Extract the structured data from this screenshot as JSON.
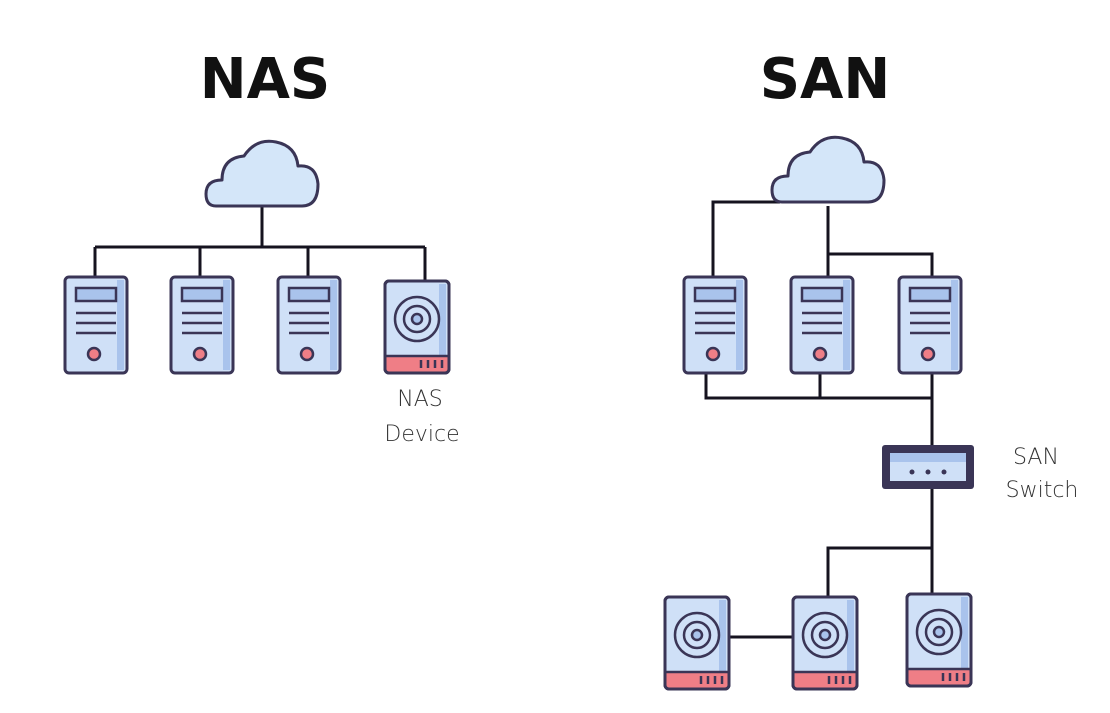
{
  "nas": {
    "title": "NAS",
    "device_label": [
      "NAS",
      "Device"
    ],
    "servers": 3,
    "devices": 1
  },
  "san": {
    "title": "SAN",
    "switch_label": [
      "SAN",
      "Switch"
    ],
    "servers": 3,
    "storage_devices": 3
  },
  "colors": {
    "outline": "#3a3556",
    "fill": "#cfe0f7",
    "fill_dark": "#a9c3ec",
    "cloud": "#d4e6f9",
    "accent": "#ef7e86",
    "wire": "#15131f"
  },
  "icons": [
    "cloud-icon",
    "server-icon",
    "storage-drive-icon",
    "switch-icon"
  ]
}
